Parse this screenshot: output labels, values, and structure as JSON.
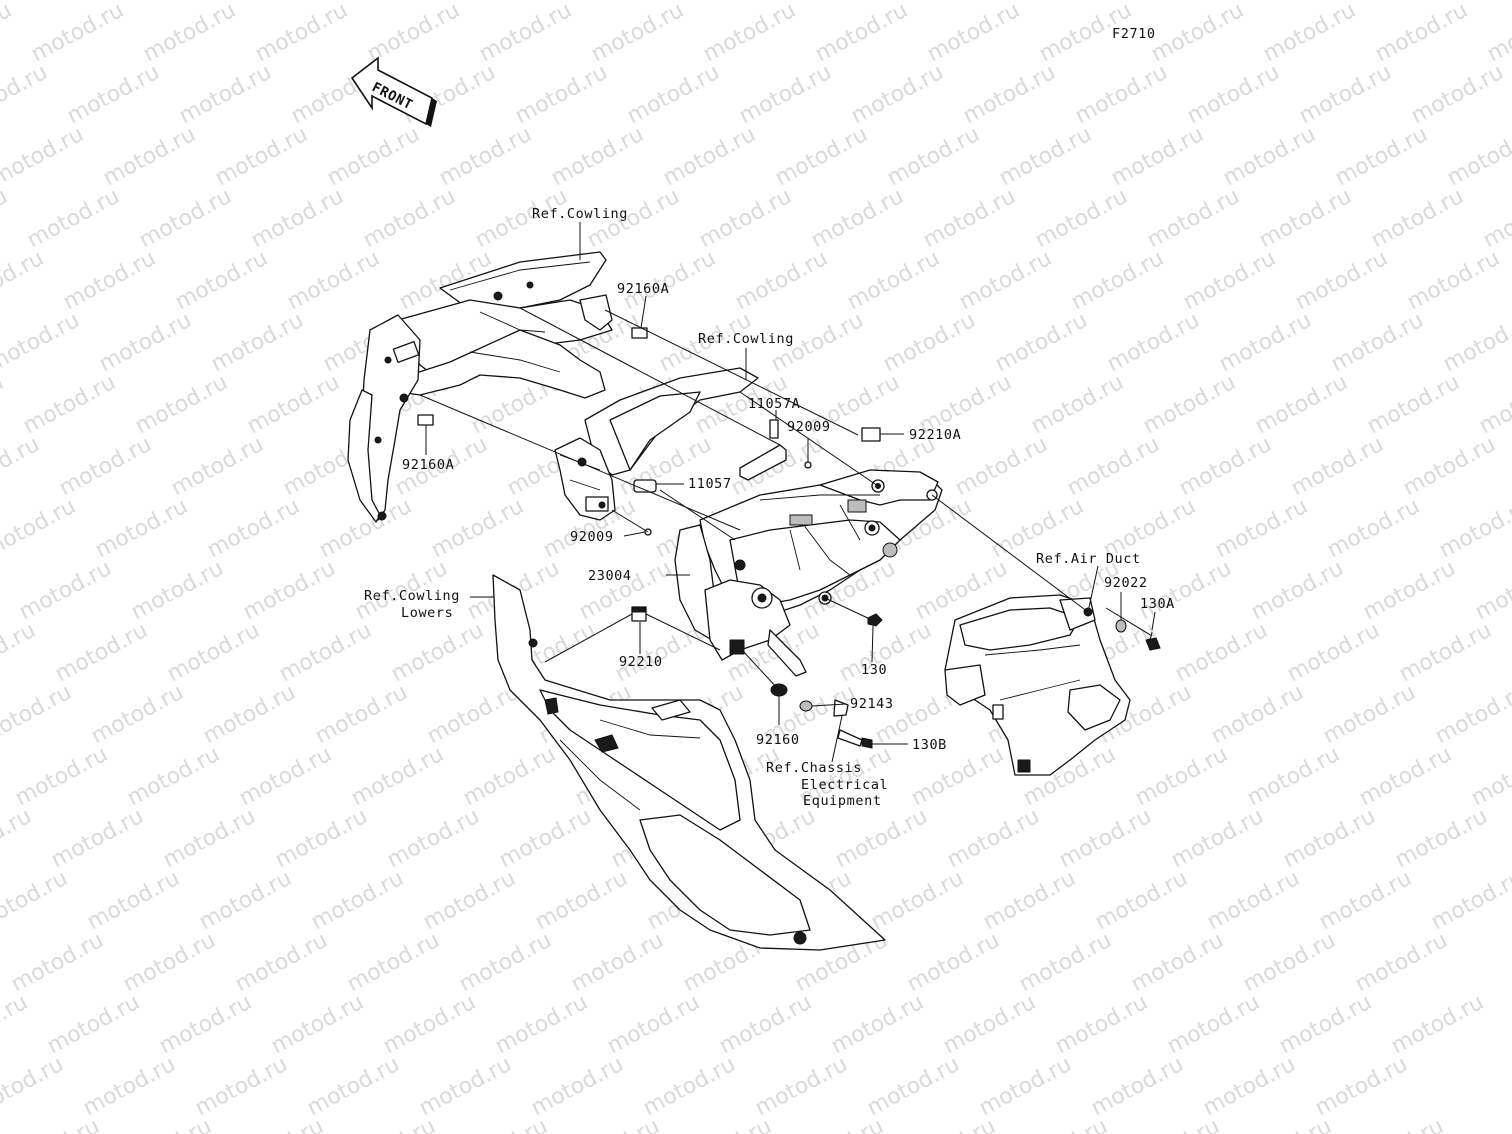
{
  "diagram_code": "F2710",
  "watermark_text": "motod.ru",
  "front_arrow_text": "FRONT",
  "labels": {
    "ref_cowling_top": "Ref.Cowling",
    "p92160A_top": "92160A",
    "ref_cowling_mid": "Ref.Cowling",
    "p11057A": "11057A",
    "p92009_top": "92009",
    "p92210A": "92210A",
    "p92160A_left": "92160A",
    "p11057": "11057",
    "p92009_left": "92009",
    "p23004": "23004",
    "ref_cowling_lowers_1": "Ref.Cowling",
    "ref_cowling_lowers_2": "Lowers",
    "ref_air_duct": "Ref.Air Duct",
    "p92022": "92022",
    "p130A": "130A",
    "p92210": "92210",
    "p130": "130",
    "p92160": "92160",
    "p92143": "92143",
    "p130B": "130B",
    "ref_chassis_1": "Ref.Chassis",
    "ref_chassis_2": "Electrical",
    "ref_chassis_3": "Equipment"
  }
}
